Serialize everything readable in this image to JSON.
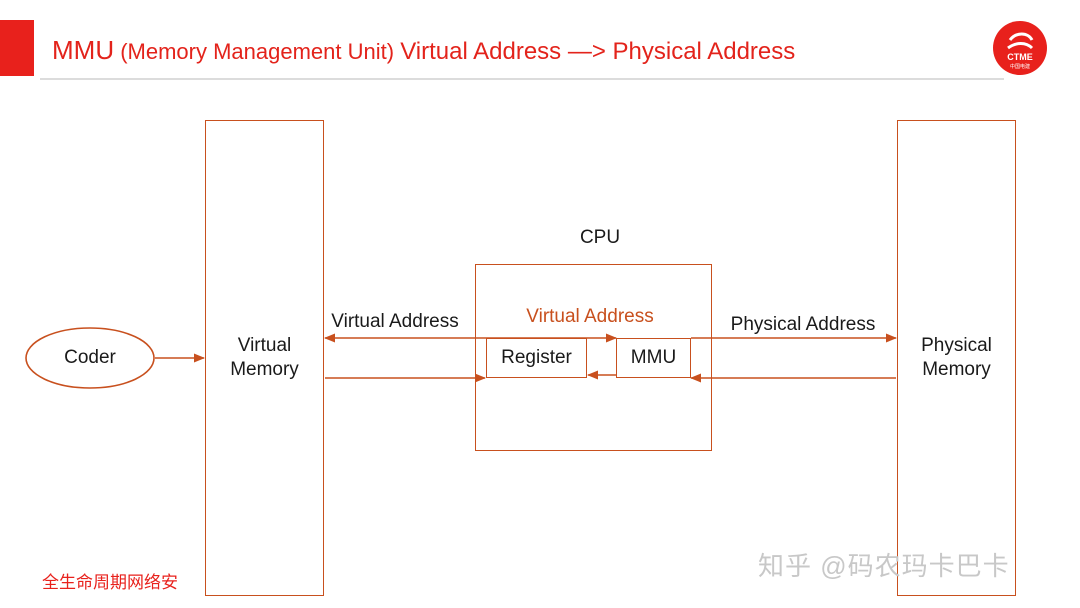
{
  "header": {
    "title_main": "MMU",
    "title_paren": " (Memory Management Unit) ",
    "title_rest": "Virtual Address —> Physical Address",
    "logo_text": "CTME",
    "logo_subtext": "中国电建"
  },
  "diagram": {
    "coder_label": "Coder",
    "virtual_memory_label_line1": "Virtual",
    "virtual_memory_label_line2": "Memory",
    "physical_memory_label_line1": "Physical",
    "physical_memory_label_line2": "Memory",
    "cpu_label": "CPU",
    "register_label": "Register",
    "mmu_label": "MMU",
    "edge_virtual_address_left": "Virtual Address",
    "edge_virtual_address_inner": "Virtual Address",
    "edge_physical_address": "Physical Address"
  },
  "watermarks": {
    "right": "知乎 @码农玛卡巴卡",
    "left": "全生命周期网络安"
  },
  "colors": {
    "brand_red": "#e8211c",
    "diagram_orange": "#c8501e",
    "text_dark": "#1a1a1a",
    "title_red": "#e3231b"
  }
}
